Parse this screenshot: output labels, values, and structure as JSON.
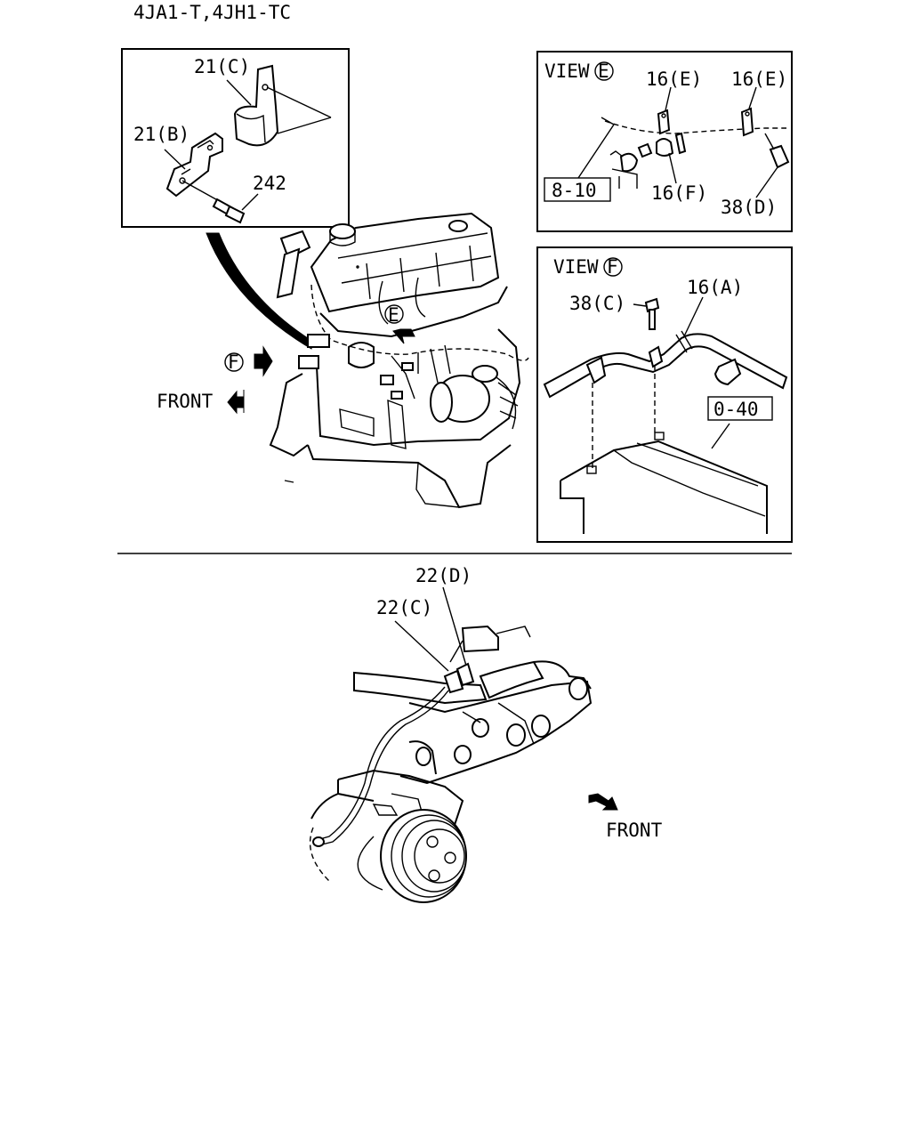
{
  "header": {
    "model_text": "4JA1-T,4JH1-TC"
  },
  "detail_bracket": {
    "labels": {
      "clip": "21(C)",
      "bracket": "21(B)",
      "bolt": "242"
    }
  },
  "main_view": {
    "view_e_marker": "E",
    "view_f_marker": "F",
    "front_label": "FRONT"
  },
  "view_e": {
    "title": "VIEW",
    "marker": "E",
    "labels": {
      "clip_left": "16(E)",
      "clip_right": "16(E)",
      "clip_lower": "16(F)",
      "bolt": "38(D)",
      "reference": "8-10"
    }
  },
  "view_f": {
    "title": "VIEW",
    "marker": "F",
    "labels": {
      "bolt": "38(C)",
      "clip": "16(A)",
      "reference": "0-40"
    }
  },
  "lower_view": {
    "labels": {
      "clip_d": "22(D)",
      "clip_c": "22(C)"
    },
    "front_label": "FRONT"
  }
}
